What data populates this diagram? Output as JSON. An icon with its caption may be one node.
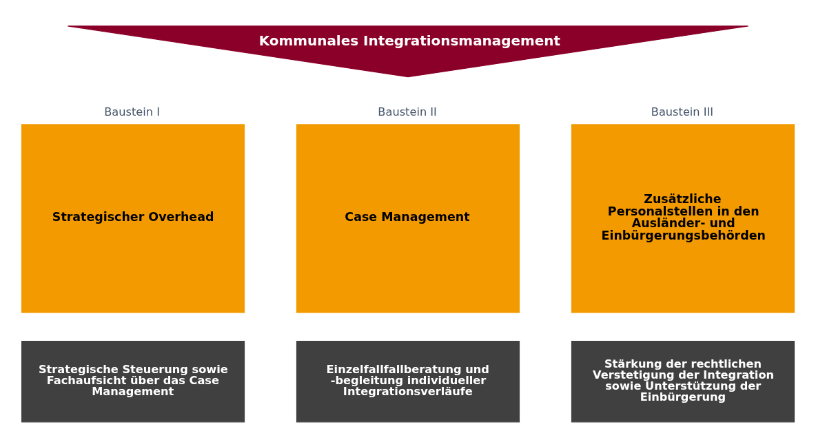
{
  "diagram": {
    "nodes": [
      {
        "text": [
          "Kommunales Integrationsmanagement"
        ]
      },
      {
        "text": [
          "Baustein I",
          "Strategischer Overhead"
        ]
      },
      {
        "text": [
          "Baustein II",
          "Case Management"
        ]
      },
      {
        "text": [
          "Baustein III",
          "Zusätzliche Personalstellen in den Ausländer- und Einbürgerungsbehörden"
        ]
      },
      {
        "text": [
          "Strategische Steuerung sowie Fachaufsicht über das Case Management"
        ]
      },
      {
        "text": [
          "Einzelfallfallberatung und -begleitung individueller Integrationsverläufe"
        ]
      },
      {
        "text": [
          "Stärkung der rechtlichen Verstetigung der Integration sowie Unterstützung der Einbürgerung"
        ]
      }
    ]
  }
}
